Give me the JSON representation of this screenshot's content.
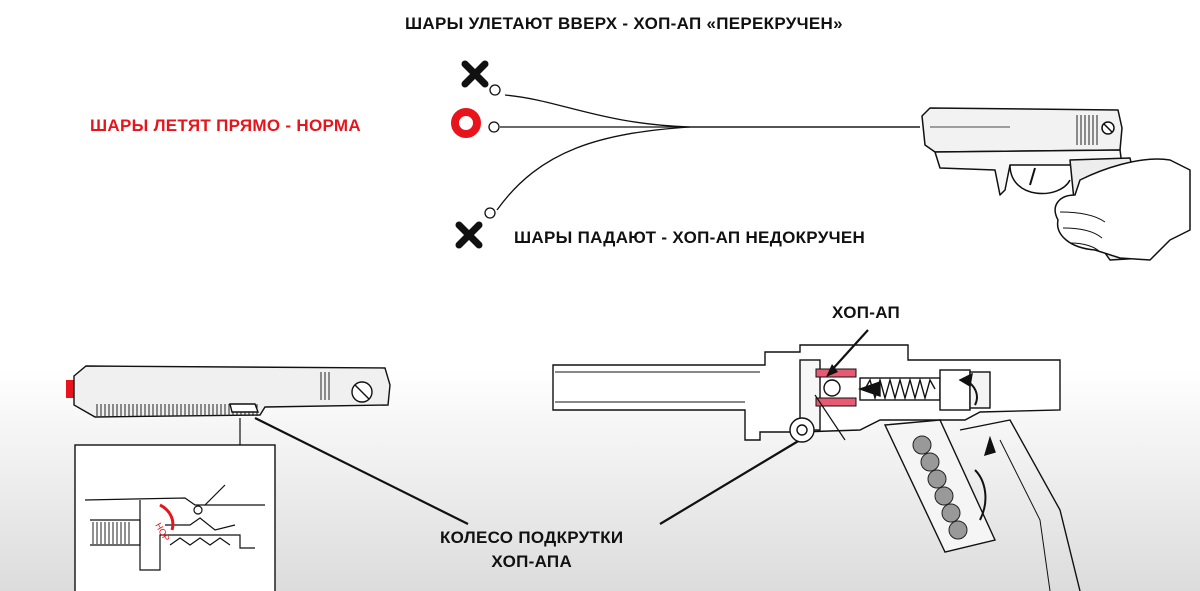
{
  "labels": {
    "balls_up": "ШАРЫ УЛЕТАЮТ ВВЕРХ - ХОП-АП «ПЕРЕКРУЧЕН»",
    "balls_straight": "ШАРЫ ЛЕТЯТ ПРЯМО - НОРМА",
    "balls_down": "ШАРЫ ПАДАЮТ - ХОП-АП НЕДОКРУЧЕН",
    "hop_up": "ХОП-АП",
    "wheel_line1": "КОЛЕСО ПОДКРУТКИ",
    "wheel_line2": "ХОП-АПА"
  },
  "colors": {
    "normal": "#e8141b",
    "pink_part": "#e85a74",
    "text": "#111111"
  },
  "icons": {
    "wrong_marks": [
      "x-mark-icon",
      "x-mark-icon"
    ],
    "target_normal": "target-ring-icon"
  }
}
